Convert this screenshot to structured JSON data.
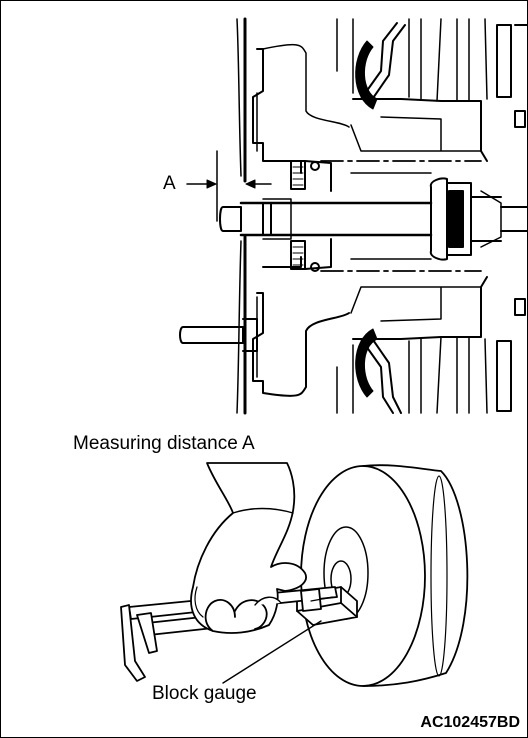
{
  "labels": {
    "dimension": "A",
    "caption": "Measuring distance A",
    "tool": "Block gauge",
    "figure_code": "AC102457BD"
  }
}
